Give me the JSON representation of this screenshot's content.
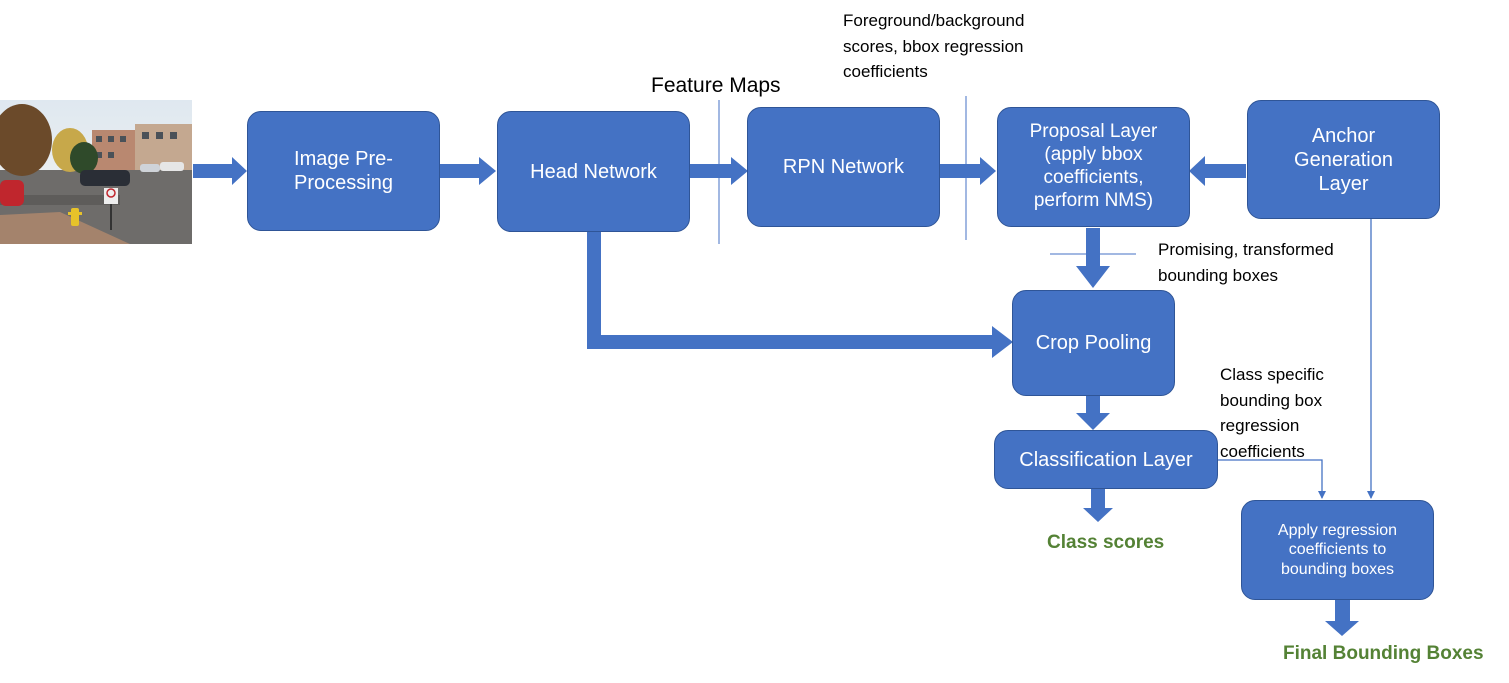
{
  "boxes": {
    "preprocessing": "Image Pre-\nProcessing",
    "head_network": "Head Network",
    "rpn_network": "RPN Network",
    "proposal_layer": "Proposal Layer\n(apply bbox\ncoefficients,\nperform NMS)",
    "anchor_generation": "Anchor\nGeneration\nLayer",
    "crop_pooling": "Crop Pooling",
    "classification_layer": "Classification Layer",
    "apply_regression": "Apply regression\ncoefficients to\nbounding boxes"
  },
  "labels": {
    "feature_maps": "Feature Maps",
    "rpn_outputs": "Foreground/background\nscores, bbox regression\ncoefficients",
    "promising_boxes": "Promising, transformed\nbounding boxes",
    "class_specific": "Class specific\nbounding box\nregression\ncoefficients"
  },
  "outputs": {
    "class_scores": "Class scores",
    "final_boxes": "Final Bounding Boxes"
  },
  "colors": {
    "box_fill": "#4472c4",
    "box_border": "#2f5597",
    "output_text": "#548235"
  }
}
